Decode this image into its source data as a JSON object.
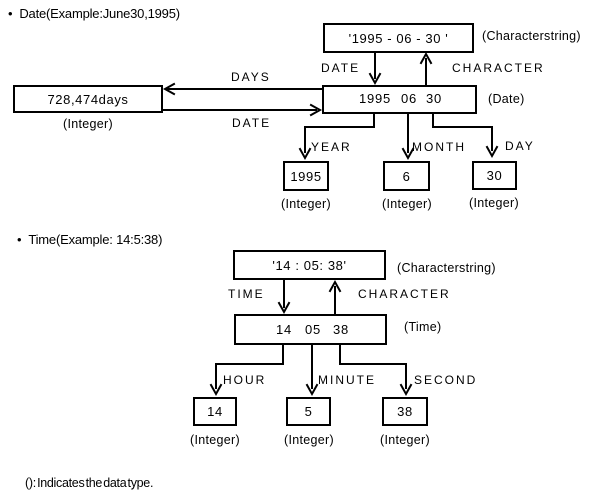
{
  "date": {
    "bullet": "•",
    "title": "Date(Example:June30,1995)",
    "char_box": "'1995 - 06 - 30 '",
    "char_type": "(Characterstring)",
    "date_arrow": "DATE",
    "character_arrow": "CHARACTER",
    "days_arrow": "DAYS",
    "date_arrow_horiz": "DATE",
    "box": {
      "year": "1995",
      "month": "06",
      "day": "30"
    },
    "box_type": "(Date)",
    "days_box": "728,474days",
    "days_type": "(Integer)",
    "extract": [
      {
        "label": "YEAR",
        "value": "1995",
        "type": "(Integer)"
      },
      {
        "label": "MONTH",
        "value": "6",
        "type": "(Integer)"
      },
      {
        "label": "DAY",
        "value": "30",
        "type": "(Integer)"
      }
    ]
  },
  "time": {
    "bullet": "•",
    "title": "Time(Example: 14:5:38)",
    "char_box": "'14 : 05: 38'",
    "char_type": "(Characterstring)",
    "time_arrow": "TIME",
    "character_arrow": "CHARACTER",
    "box": {
      "hour": "14",
      "minute": "05",
      "second": "38"
    },
    "box_type": "(Time)",
    "extract": [
      {
        "label": "HOUR",
        "value": "14",
        "type": "(Integer)"
      },
      {
        "label": "MINUTE",
        "value": "5",
        "type": "(Integer)"
      },
      {
        "label": "SECOND",
        "value": "38",
        "type": "(Integer)"
      }
    ]
  },
  "footnote": "(): Indicates the data type."
}
